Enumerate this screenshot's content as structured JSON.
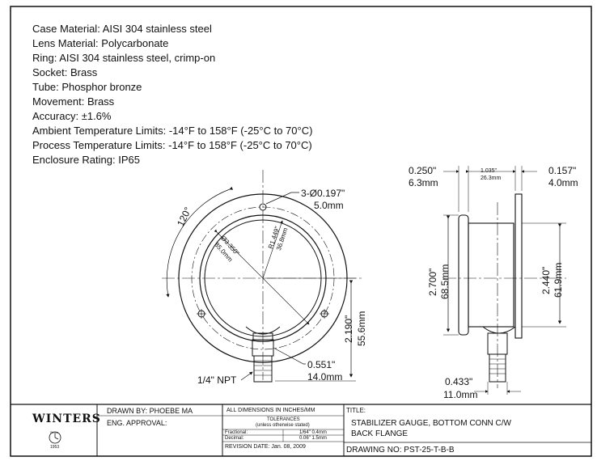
{
  "specs": [
    {
      "label": "Case Material:",
      "value": "AISI 304 stainless steel"
    },
    {
      "label": "Lens Material:",
      "value": "Polycarbonate"
    },
    {
      "label": "Ring:",
      "value": "AISI 304 stainless steel, crimp-on"
    },
    {
      "label": "Socket:",
      "value": "Brass"
    },
    {
      "label": "Tube:",
      "value": "Phosphor bronze"
    },
    {
      "label": "Movement:",
      "value": "Brass"
    },
    {
      "label": "Accuracy:",
      "value": "±1.6%"
    },
    {
      "label": "Ambient Temperature Limits:",
      "value": "-14°F to 158°F (-25°C to 70°C)"
    },
    {
      "label": "Process Temperature Limits:",
      "value": "-14°F to 158°F (-25°C to 70°C)"
    },
    {
      "label": "Enclosure Rating:",
      "value": "IP65"
    }
  ],
  "front_view": {
    "angle": "120°",
    "holes": "3-Ø0.197\"",
    "holes_mm": "5.0mm",
    "diameter": "Ø3.350\"",
    "diameter_mm": "85.0mm",
    "radius": "R1.449\"",
    "radius_mm": "36.8mm",
    "height": "2.190\"",
    "height_mm": "55.6mm",
    "hex": "0.551\"",
    "hex_mm": "14.0mm",
    "thread": "1/4\" NPT"
  },
  "side_view": {
    "flange": "0.250\"",
    "flange_mm": "6.3mm",
    "depth": "1.035\"",
    "depth_mm": "26.3mm",
    "lip": "0.157\"",
    "lip_mm": "4.0mm",
    "total_height": "2.700\"",
    "total_height_mm": "68.5mm",
    "case_height": "2.440\"",
    "case_height_mm": "61.9mm",
    "stem": "0.433\"",
    "stem_mm": "11.0mm"
  },
  "title_block": {
    "logo": "WINTERS",
    "since": "Since",
    "year": "1953",
    "drawn_by": "DRAWN BY: PHOEBE MA",
    "eng_approval": "ENG. APPROVAL:",
    "dimensions": "ALL DIMENSIONS IN INCHES/MM",
    "tolerances": "TOLERANCES",
    "unless": "(unless otherwise stated)",
    "fractional": "Fractional:",
    "fractional_value": "1/64\" 0.4mm",
    "decimal": "Decimal:",
    "decimal_value": "0.06\" 1.5mm",
    "revision": "REVISION DATE: Jan. 08, 2009",
    "title_label": "TITLE:",
    "title_line1": "STABILIZER GAUGE, BOTTOM CONN C/W",
    "title_line2": "BACK FLANGE",
    "drawing_no": "DRAWING NO: PST-25-T-B-B"
  }
}
